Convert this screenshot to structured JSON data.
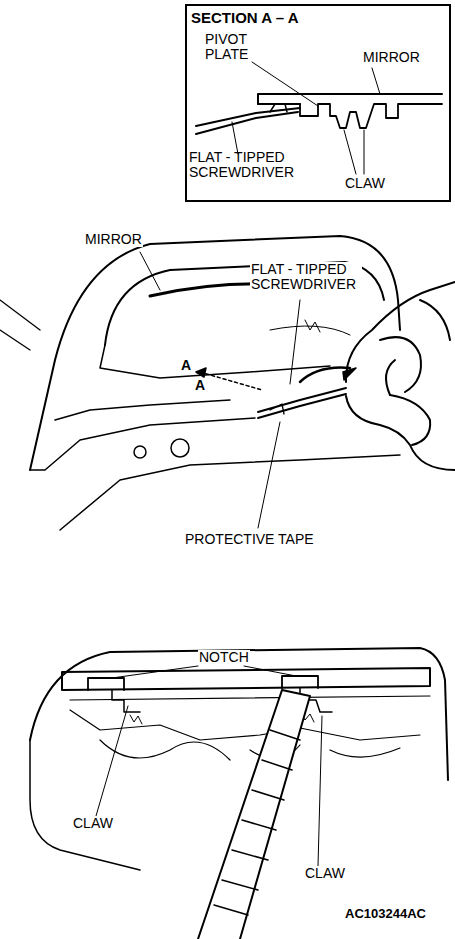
{
  "diagram": {
    "nodes": [
      {
        "text": [
          "SECTION A – A",
          "PIVOT PLATE",
          "MIRROR",
          "FLAT - TIPPED SCREWDRIVER",
          "CLAW"
        ]
      }
    ],
    "labels": [
      "MIRROR",
      "FLAT - TIPPED SCREWDRIVER",
      "A",
      "A",
      "PROTECTIVE TAPE",
      "NOTCH",
      "CLAW",
      "CLAW",
      "AC103244AC"
    ]
  }
}
